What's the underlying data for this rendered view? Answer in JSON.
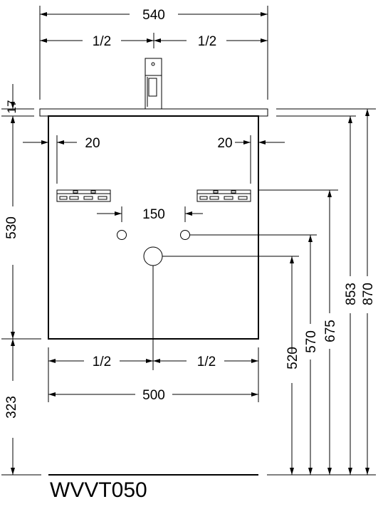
{
  "drawing": {
    "model": "WVVT050",
    "dimensions": {
      "top_width": "540",
      "top_half_left": "1/2",
      "top_half_right": "1/2",
      "top_thickness": "17",
      "left_inset": "20",
      "right_inset": "20",
      "hole_spacing": "150",
      "cabinet_height": "530",
      "plinth_height": "323",
      "bottom_half_left": "1/2",
      "bottom_half_right": "1/2",
      "cabinet_width": "500",
      "waste_height": "520",
      "supply_height": "570",
      "rail_height": "675",
      "top_underside_height": "853",
      "total_height": "870"
    }
  }
}
